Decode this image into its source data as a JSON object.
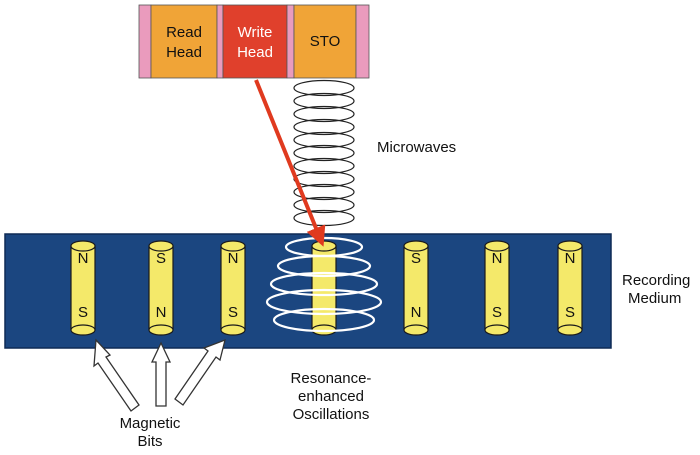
{
  "colors": {
    "medium": "#1b4680",
    "medium_edge": "#0e2a55",
    "bit_fill": "#f4e96a",
    "bit_stroke": "#1a1a1a",
    "read_head": "#f0a437",
    "write_head": "#e0402c",
    "sto": "#f0a437",
    "pad": "#ea9bbd",
    "arrow": "#e03a1f",
    "coil": "#222222",
    "ring": "#ffffff"
  },
  "heads": {
    "read": [
      "Read",
      "Head"
    ],
    "write": [
      "Write",
      "Head"
    ],
    "sto": "STO"
  },
  "labels": {
    "microwaves": "Microwaves",
    "recording_medium": [
      "Recording",
      "Medium"
    ],
    "resonance": [
      "Resonance-",
      "enhanced",
      "Oscillations"
    ],
    "magnetic_bits": [
      "Magnetic",
      "Bits"
    ]
  },
  "bits": [
    {
      "top": "N",
      "bottom": "S"
    },
    {
      "top": "S",
      "bottom": "N"
    },
    {
      "top": "N",
      "bottom": "S"
    },
    {
      "top": "",
      "bottom": ""
    },
    {
      "top": "S",
      "bottom": "N"
    },
    {
      "top": "N",
      "bottom": "S"
    },
    {
      "top": "N",
      "bottom": "S"
    }
  ]
}
